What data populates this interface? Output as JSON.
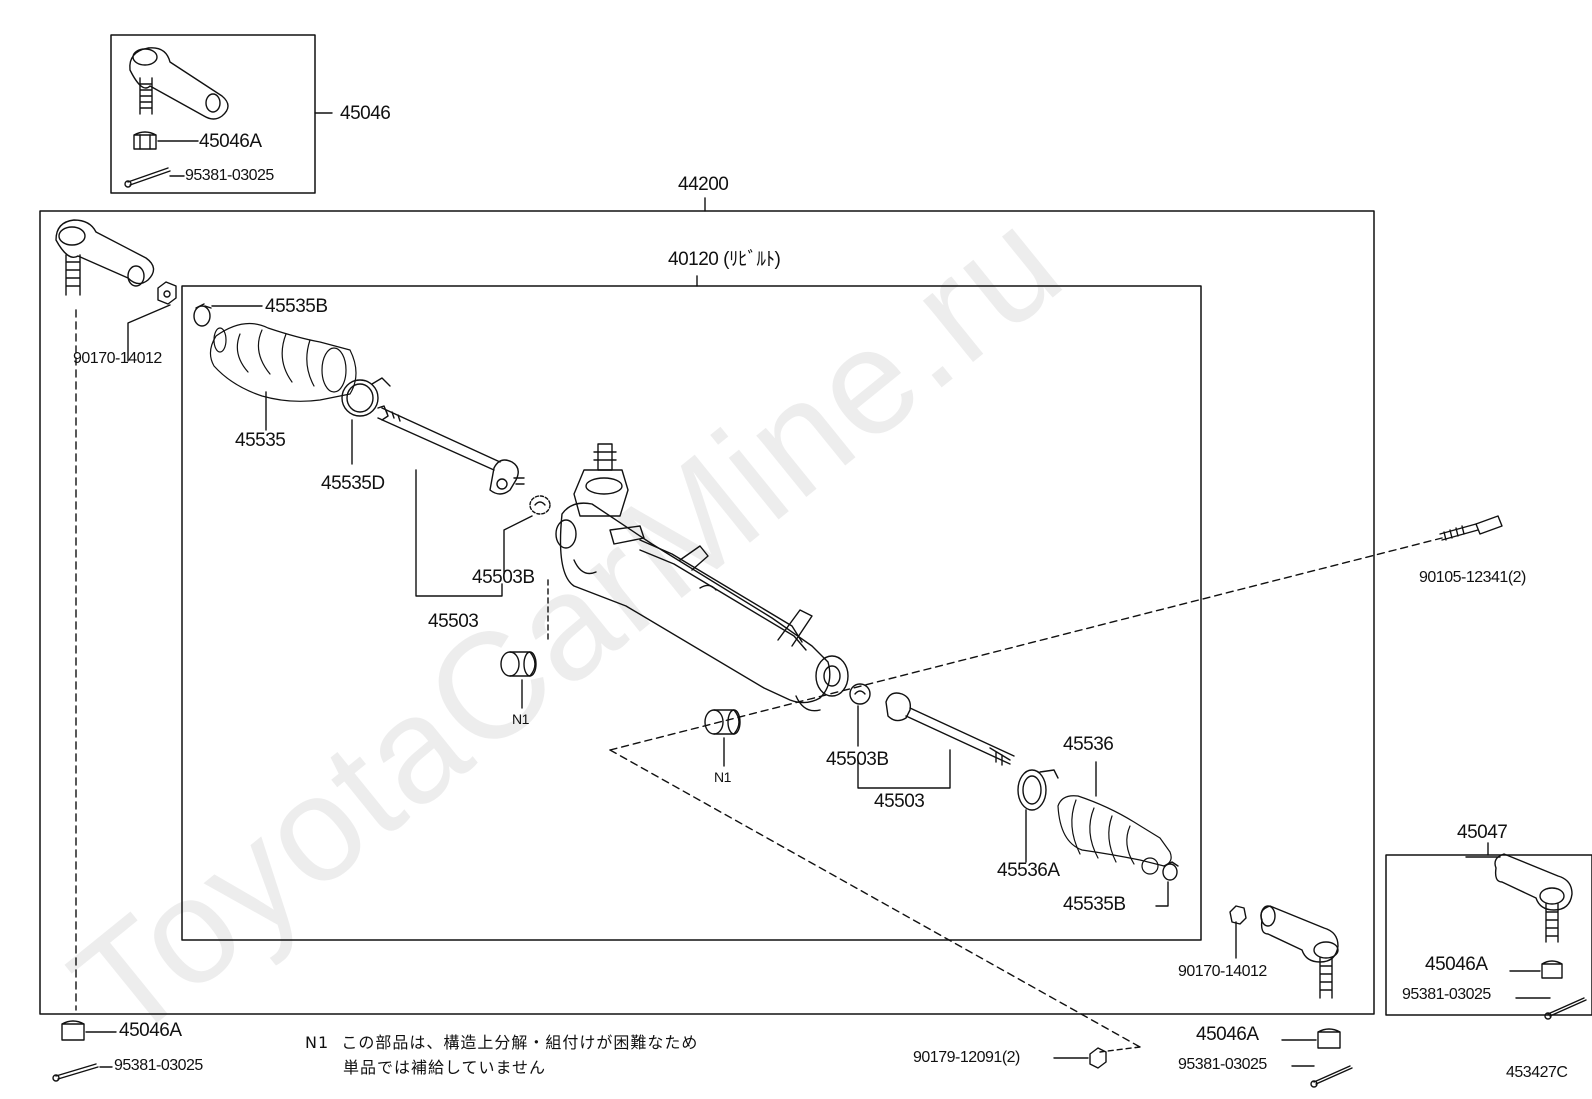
{
  "diagram": {
    "watermark": "ToyotaCarMine.ru",
    "figure_code": "453427C",
    "assembly_label": "44200",
    "subassembly_label": "40120 (ﾘﾋﾞﾙﾄ)",
    "parts": {
      "p45046": "45046",
      "p45046A_top": "45046A",
      "p95381_top": "95381-03025",
      "p45535B_top": "45535B",
      "p90170_left": "90170-14012",
      "p45535": "45535",
      "p45535D": "45535D",
      "p45503B_top": "45503B",
      "p45503_top": "45503",
      "n1_left": "N1",
      "n1_mid": "N1",
      "p90105": "90105-12341(2)",
      "p45503B_bot": "45503B",
      "p45503_bot": "45503",
      "p45536": "45536",
      "p45536A": "45536A",
      "p45535B_bot": "45535B",
      "p45047": "45047",
      "p45046A_right": "45046A",
      "p95381_right": "95381-03025",
      "p90170_right": "90170-14012",
      "p45046A_bl": "45046A",
      "p95381_bl": "95381-03025",
      "p90179": "90179-12091(2)",
      "p45046A_br": "45046A",
      "p95381_br": "95381-03025"
    },
    "note": {
      "marker": "N1",
      "line1": "この部品は、構造上分解・組付けが困難なため",
      "line2": "単品では補給していません"
    }
  }
}
